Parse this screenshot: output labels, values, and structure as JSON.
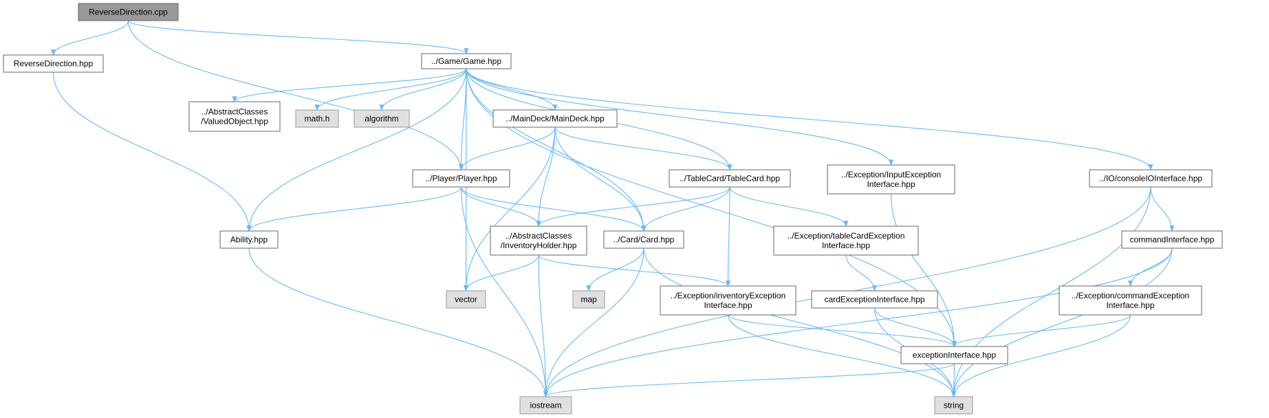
{
  "colors": {
    "edge": "#63b8ff",
    "node_fill": "#ffffff",
    "system_fill": "#e0e0e0",
    "root_fill": "#999999",
    "border": "#666666"
  },
  "nodes": [
    {
      "id": "root",
      "kind": "root",
      "lines": [
        "ReverseDirection.cpp"
      ]
    },
    {
      "id": "revhpp",
      "kind": "local",
      "lines": [
        "ReverseDirection.hpp"
      ]
    },
    {
      "id": "game",
      "kind": "local",
      "lines": [
        "../Game/Game.hpp"
      ]
    },
    {
      "id": "valued",
      "kind": "local",
      "lines": [
        "../AbstractClasses",
        "/ValuedObject.hpp"
      ]
    },
    {
      "id": "math",
      "kind": "system",
      "lines": [
        "math.h"
      ]
    },
    {
      "id": "algorithm",
      "kind": "system",
      "lines": [
        "algorithm"
      ]
    },
    {
      "id": "maindeck",
      "kind": "local",
      "lines": [
        "../MainDeck/MainDeck.hpp"
      ]
    },
    {
      "id": "player",
      "kind": "local",
      "lines": [
        "../Player/Player.hpp"
      ]
    },
    {
      "id": "tablecard",
      "kind": "local",
      "lines": [
        "../TableCard/TableCard.hpp"
      ]
    },
    {
      "id": "inputexc",
      "kind": "local",
      "lines": [
        "../Exception/InputException",
        "Interface.hpp"
      ]
    },
    {
      "id": "consoleio",
      "kind": "local",
      "lines": [
        "../IO/consoleIOInterface.hpp"
      ]
    },
    {
      "id": "ability",
      "kind": "local",
      "lines": [
        "Ability.hpp"
      ]
    },
    {
      "id": "invholder",
      "kind": "local",
      "lines": [
        "../AbstractClasses",
        "/InventoryHolder.hpp"
      ]
    },
    {
      "id": "card",
      "kind": "local",
      "lines": [
        "../Card/Card.hpp"
      ]
    },
    {
      "id": "tcexc",
      "kind": "local",
      "lines": [
        "../Exception/tableCardException",
        "Interface.hpp"
      ]
    },
    {
      "id": "cmdif",
      "kind": "local",
      "lines": [
        "commandInterface.hpp"
      ]
    },
    {
      "id": "vector",
      "kind": "system",
      "lines": [
        "vector"
      ]
    },
    {
      "id": "map",
      "kind": "system",
      "lines": [
        "map"
      ]
    },
    {
      "id": "invexc",
      "kind": "local",
      "lines": [
        "../Exception/inventoryException",
        "Interface.hpp"
      ]
    },
    {
      "id": "cardexcif",
      "kind": "local",
      "lines": [
        "cardExceptionInterface.hpp"
      ]
    },
    {
      "id": "cmdexc",
      "kind": "local",
      "lines": [
        "../Exception/commandException",
        "Interface.hpp"
      ]
    },
    {
      "id": "excif",
      "kind": "local",
      "lines": [
        "exceptionInterface.hpp"
      ]
    },
    {
      "id": "iostream",
      "kind": "system",
      "lines": [
        "iostream"
      ]
    },
    {
      "id": "string",
      "kind": "system",
      "lines": [
        "string"
      ]
    }
  ],
  "edges": [
    [
      "root",
      "revhpp"
    ],
    [
      "root",
      "game"
    ],
    [
      "root",
      "player"
    ],
    [
      "revhpp",
      "ability"
    ],
    [
      "game",
      "valued"
    ],
    [
      "game",
      "math"
    ],
    [
      "game",
      "algorithm"
    ],
    [
      "game",
      "maindeck"
    ],
    [
      "game",
      "player"
    ],
    [
      "game",
      "card"
    ],
    [
      "game",
      "vector"
    ],
    [
      "game",
      "tablecard"
    ],
    [
      "game",
      "inputexc"
    ],
    [
      "game",
      "excif"
    ],
    [
      "game",
      "consoleio"
    ],
    [
      "game",
      "ability"
    ],
    [
      "maindeck",
      "player"
    ],
    [
      "maindeck",
      "tablecard"
    ],
    [
      "maindeck",
      "invholder"
    ],
    [
      "maindeck",
      "card"
    ],
    [
      "maindeck",
      "vector"
    ],
    [
      "player",
      "ability"
    ],
    [
      "player",
      "invholder"
    ],
    [
      "player",
      "card"
    ],
    [
      "player",
      "iostream"
    ],
    [
      "tablecard",
      "invholder"
    ],
    [
      "tablecard",
      "card"
    ],
    [
      "tablecard",
      "tcexc"
    ],
    [
      "tablecard",
      "invexc"
    ],
    [
      "inputexc",
      "excif"
    ],
    [
      "consoleio",
      "cmdif"
    ],
    [
      "consoleio",
      "iostream"
    ],
    [
      "consoleio",
      "string"
    ],
    [
      "ability",
      "iostream"
    ],
    [
      "invholder",
      "vector"
    ],
    [
      "invholder",
      "invexc"
    ],
    [
      "invholder",
      "iostream"
    ],
    [
      "card",
      "map"
    ],
    [
      "card",
      "iostream"
    ],
    [
      "card",
      "string"
    ],
    [
      "tcexc",
      "cardexcif"
    ],
    [
      "cmdif",
      "cmdexc"
    ],
    [
      "cmdif",
      "iostream"
    ],
    [
      "cmdif",
      "string"
    ],
    [
      "invexc",
      "excif"
    ],
    [
      "invexc",
      "string"
    ],
    [
      "cardexcif",
      "excif"
    ],
    [
      "cardexcif",
      "string"
    ],
    [
      "cmdexc",
      "excif"
    ],
    [
      "cmdexc",
      "string"
    ],
    [
      "excif",
      "iostream"
    ],
    [
      "excif",
      "string"
    ]
  ]
}
